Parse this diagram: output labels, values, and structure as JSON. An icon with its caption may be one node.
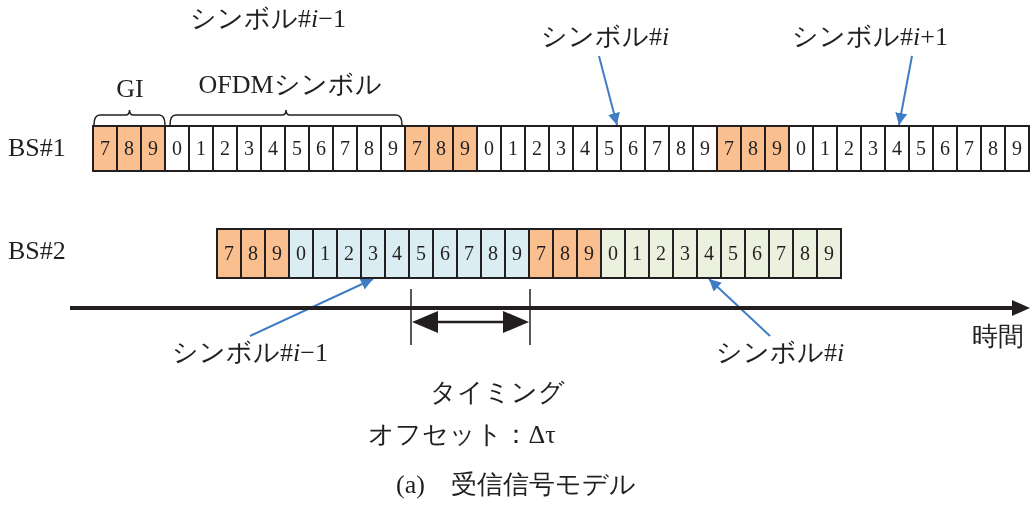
{
  "diagram": {
    "caption": "(a)　受信信号モデル",
    "nodes": [
      {
        "text": [
          "シンボル#*i*"
        ]
      },
      {
        "text": [
          "シンボル#*i*+1"
        ]
      },
      {
        "text": [
          "7"
        ]
      },
      {
        "text": [
          "8"
        ]
      },
      {
        "text": [
          "9"
        ]
      },
      {
        "text": [
          "0"
        ]
      },
      {
        "text": [
          "1"
        ]
      },
      {
        "text": [
          "2"
        ]
      },
      {
        "text": [
          "3"
        ]
      },
      {
        "text": [
          "4"
        ]
      },
      {
        "text": [
          "5"
        ]
      },
      {
        "text": [
          "6"
        ]
      },
      {
        "text": [
          "7"
        ]
      },
      {
        "text": [
          "8"
        ]
      },
      {
        "text": [
          "9"
        ]
      },
      {
        "text": [
          "7"
        ]
      },
      {
        "text": [
          "8"
        ]
      },
      {
        "text": [
          "9"
        ]
      },
      {
        "text": [
          "0"
        ]
      },
      {
        "text": [
          "1"
        ]
      },
      {
        "text": [
          "2"
        ]
      },
      {
        "text": [
          "3"
        ]
      },
      {
        "text": [
          "4"
        ]
      },
      {
        "text": [
          "5"
        ]
      },
      {
        "text": [
          "6"
        ]
      },
      {
        "text": [
          "7"
        ]
      },
      {
        "text": [
          "8"
        ]
      },
      {
        "text": [
          "9"
        ]
      },
      {
        "text": [
          "7"
        ]
      },
      {
        "text": [
          "8"
        ]
      },
      {
        "text": [
          "9"
        ]
      },
      {
        "text": [
          "0"
        ]
      },
      {
        "text": [
          "1"
        ]
      },
      {
        "text": [
          "2"
        ]
      },
      {
        "text": [
          "3"
        ]
      },
      {
        "text": [
          "4"
        ]
      },
      {
        "text": [
          "5"
        ]
      },
      {
        "text": [
          "6"
        ]
      },
      {
        "text": [
          "7"
        ]
      },
      {
        "text": [
          "8"
        ]
      },
      {
        "text": [
          "9"
        ]
      },
      {
        "text": [
          "7"
        ]
      },
      {
        "text": [
          "8"
        ]
      },
      {
        "text": [
          "9"
        ]
      },
      {
        "text": [
          "0"
        ]
      },
      {
        "text": [
          "1"
        ]
      },
      {
        "text": [
          "2"
        ]
      },
      {
        "text": [
          "3"
        ]
      },
      {
        "text": [
          "4"
        ]
      },
      {
        "text": [
          "5"
        ]
      },
      {
        "text": [
          "6"
        ]
      },
      {
        "text": [
          "7"
        ]
      },
      {
        "text": [
          "8"
        ]
      },
      {
        "text": [
          "9"
        ]
      },
      {
        "text": [
          "7"
        ]
      },
      {
        "text": [
          "8"
        ]
      },
      {
        "text": [
          "9"
        ]
      },
      {
        "text": [
          "0"
        ]
      },
      {
        "text": [
          "1"
        ]
      },
      {
        "text": [
          "2"
        ]
      },
      {
        "text": [
          "3"
        ]
      },
      {
        "text": [
          "4"
        ]
      },
      {
        "text": [
          "5"
        ]
      },
      {
        "text": [
          "6"
        ]
      },
      {
        "text": [
          "7"
        ]
      },
      {
        "text": [
          "8"
        ]
      },
      {
        "text": [
          "9"
        ]
      },
      {
        "text": [
          "シンボル#*i*−1"
        ]
      },
      {
        "text": [
          "シンボル#*i*"
        ]
      }
    ],
    "edges": [
      {
        "from": 0,
        "to": 23,
        "arrow": "to"
      },
      {
        "from": 1,
        "to": 35,
        "arrow": "to"
      },
      {
        "from": 67,
        "to": 47,
        "arrow": "to"
      },
      {
        "from": 68,
        "to": 61,
        "arrow": "to"
      }
    ],
    "labels": [
      "シンボル#*i*−1",
      "GI",
      "OFDMシンボル",
      "BS#1",
      "BS#2",
      "時間",
      "タイミングオフセット：Δτ"
    ]
  }
}
